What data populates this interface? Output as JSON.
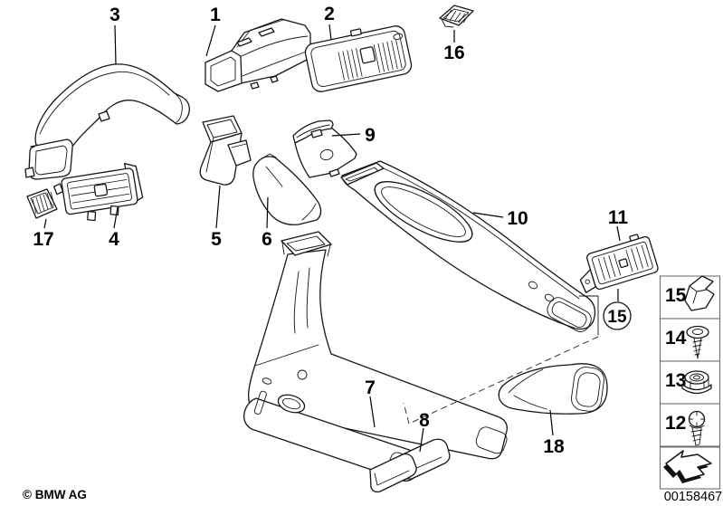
{
  "page": {
    "copyright": "© BMW AG",
    "part_number": "00158467"
  },
  "callouts": {
    "1": "1",
    "2": "2",
    "3": "3",
    "4": "4",
    "5": "5",
    "6": "6",
    "7": "7",
    "8": "8",
    "9": "9",
    "10": "10",
    "11": "11",
    "15": "15",
    "16": "16",
    "17": "17",
    "18": "18"
  },
  "sidebar": {
    "items": [
      {
        "num": "15",
        "icon": "spring-clip-icon"
      },
      {
        "num": "14",
        "icon": "countersunk-screw-icon"
      },
      {
        "num": "13",
        "icon": "flange-nut-icon"
      },
      {
        "num": "12",
        "icon": "pan-head-screw-icon"
      }
    ],
    "arrow_icon": "direction-arrow-icon"
  }
}
